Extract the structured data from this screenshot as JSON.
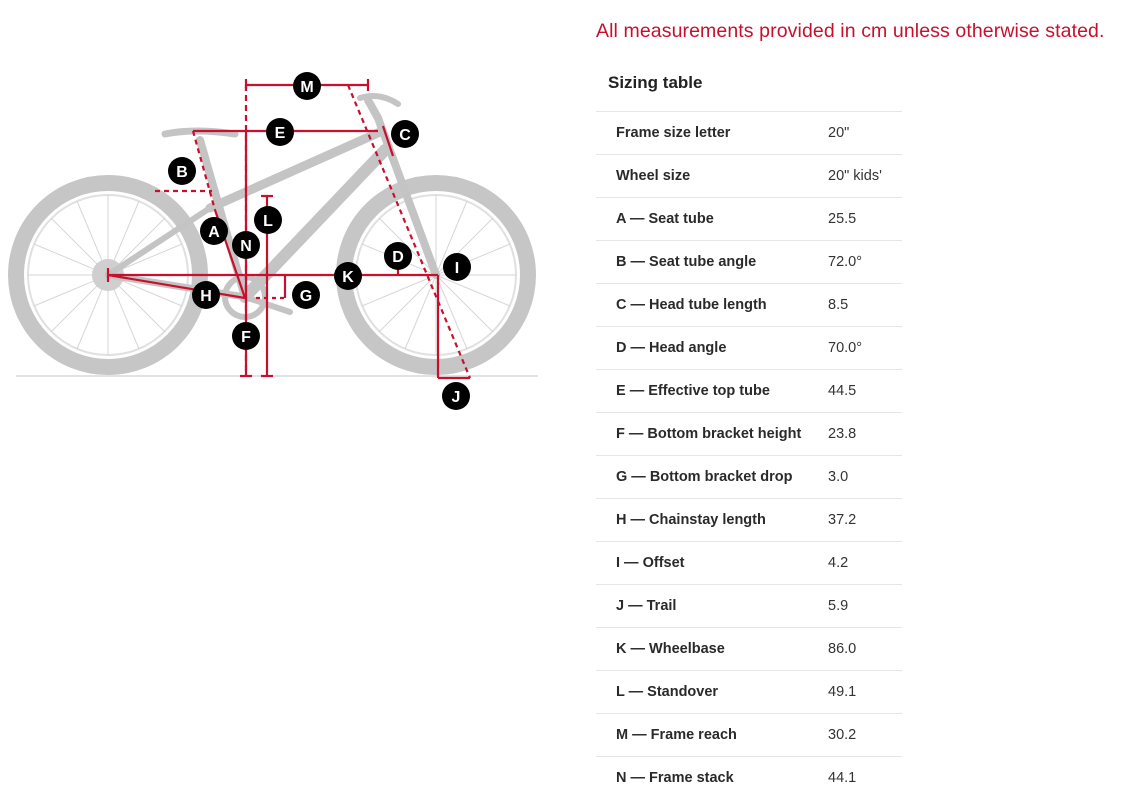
{
  "notice": "All measurements provided in cm unless otherwise stated.",
  "table": {
    "title": "Sizing table",
    "rows": [
      {
        "label": "Frame size letter",
        "value": "20\""
      },
      {
        "label": "Wheel size",
        "value": "20\" kids'"
      },
      {
        "label": "A — Seat tube",
        "value": "25.5"
      },
      {
        "label": "B — Seat tube angle",
        "value": "72.0°"
      },
      {
        "label": "C — Head tube length",
        "value": "8.5"
      },
      {
        "label": "D — Head angle",
        "value": "70.0°"
      },
      {
        "label": "E — Effective top tube",
        "value": "44.5"
      },
      {
        "label": "F — Bottom bracket height",
        "value": "23.8"
      },
      {
        "label": "G — Bottom bracket drop",
        "value": "3.0"
      },
      {
        "label": "H — Chainstay length",
        "value": "37.2"
      },
      {
        "label": "I — Offset",
        "value": "4.2"
      },
      {
        "label": "J — Trail",
        "value": "5.9"
      },
      {
        "label": "K — Wheelbase",
        "value": "86.0"
      },
      {
        "label": "L — Standover",
        "value": "49.1"
      },
      {
        "label": "M — Frame reach",
        "value": "30.2"
      },
      {
        "label": "N — Frame stack",
        "value": "44.1"
      }
    ]
  },
  "diagram": {
    "markers": [
      "A",
      "B",
      "C",
      "D",
      "E",
      "F",
      "G",
      "H",
      "I",
      "J",
      "K",
      "L",
      "M",
      "N"
    ],
    "accent_color": "#c8102e",
    "frame_color": "#bdbdbd",
    "marker_color": "#000000"
  }
}
